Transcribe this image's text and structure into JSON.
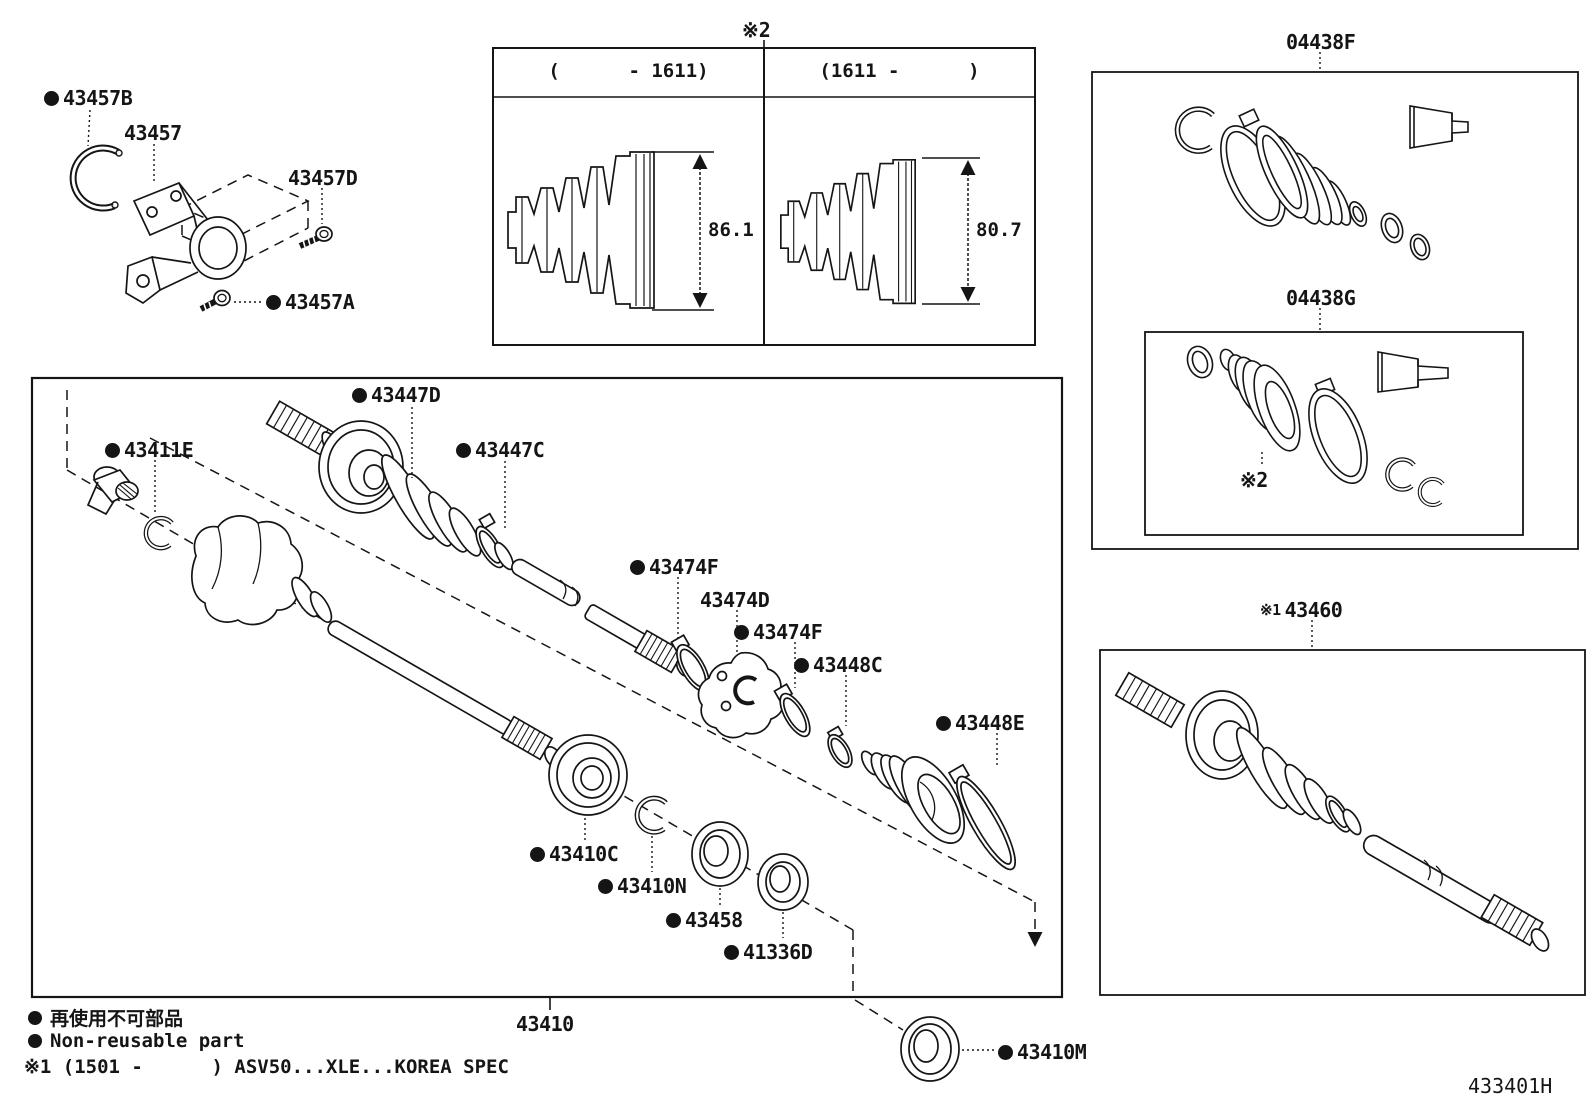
{
  "diagram": {
    "code": "433401H",
    "legend_jp": "再使用不可部品",
    "legend_en": "Non-reusable part",
    "footnote": "※1 (1501 -      ) ASV50...XLE...KOREA SPEC"
  },
  "table": {
    "ref": "※2",
    "columns": [
      {
        "header": "(      - 1611)",
        "boot_height_mm": "86.1"
      },
      {
        "header": "(1611 -      )",
        "boot_height_mm": "80.7"
      }
    ]
  },
  "kits": {
    "outer_label": "04438F",
    "inner_label": "04438G",
    "inner_ref": "※2"
  },
  "assembly": {
    "ref": "※1",
    "label": "43460"
  },
  "labels": {
    "l43457B": "43457B",
    "l43457": "43457",
    "l43457D": "43457D",
    "l43457A": "43457A",
    "l43447D": "43447D",
    "l43411E": "43411E",
    "l43447C": "43447C",
    "l43474F_1": "43474F",
    "l43474D": "43474D",
    "l43474F_2": "43474F",
    "l43448C": "43448C",
    "l43448E": "43448E",
    "l43410C": "43410C",
    "l43410N": "43410N",
    "l43458": "43458",
    "l41336D": "41336D",
    "l43410": "43410",
    "l43410M": "43410M"
  }
}
